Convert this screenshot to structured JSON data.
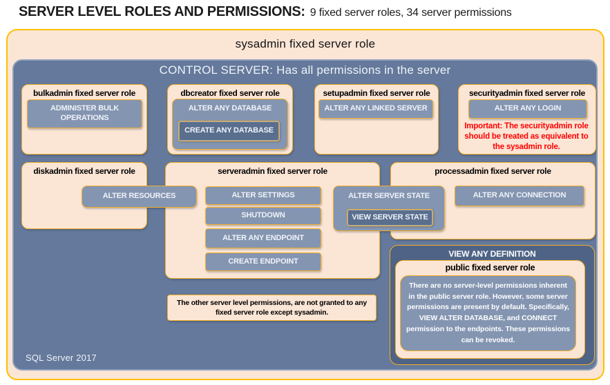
{
  "header": {
    "title": "SERVER LEVEL ROLES AND PERMISSIONS:",
    "subtitle": "9 fixed server roles, 34 server permissions"
  },
  "sysadmin": {
    "label": "sysadmin fixed server role"
  },
  "control_server": {
    "label": "CONTROL SERVER: Has all permissions in the server"
  },
  "roles": {
    "bulkadmin": {
      "title": "bulkadmin fixed server role",
      "permissions": {
        "administer_bulk": "ADMINISTER BULK OPERATIONS"
      }
    },
    "dbcreator": {
      "title": "dbcreator fixed server role",
      "permissions": {
        "alter_any_database": "ALTER ANY DATABASE",
        "create_any_database": "CREATE ANY DATABASE"
      }
    },
    "setupadmin": {
      "title": "setupadmin fixed server role",
      "permissions": {
        "alter_any_linked_server": "ALTER ANY LINKED SERVER"
      }
    },
    "securityadmin": {
      "title": "securityadmin fixed server role",
      "permissions": {
        "alter_any_login": "ALTER ANY LOGIN"
      },
      "warning": "Important: The securityadmin role should be treated as equivalent to the sysadmin role."
    },
    "diskadmin": {
      "title": "diskadmin fixed server role",
      "permissions": {
        "alter_resources": "ALTER RESOURCES"
      }
    },
    "serveradmin": {
      "title": "serveradmin fixed server role",
      "permissions": {
        "alter_settings": "ALTER SETTINGS",
        "shutdown": "SHUTDOWN",
        "alter_any_endpoint": "ALTER ANY ENDPOINT",
        "create_endpoint": "CREATE ENDPOINT",
        "alter_server_state": "ALTER SERVER STATE",
        "view_server_state": "VIEW SERVER STATE"
      }
    },
    "processadmin": {
      "title": "processadmin fixed server role",
      "permissions": {
        "alter_any_connection": "ALTER ANY CONNECTION"
      }
    },
    "public": {
      "container_permission": "VIEW ANY DEFINITION",
      "title": "public fixed server role",
      "description": "There are no server-level permissions inherent in the public server role. However, some server permissions are present by default. Specifically, VIEW ALTER DATABASE, and CONNECT permission to the endpoints. These permissions can be revoked."
    }
  },
  "note": "The other server level permissions, are not granted to any fixed server role except sysadmin.",
  "footer": "SQL Server 2017",
  "colors": {
    "accent_gold": "#FFC000",
    "peach": "#FBE5D5",
    "steel_blue": "#64799B",
    "light_steel": "#8495B1",
    "dark_steel": "#5A6E8E",
    "panel_dark": "#4E6385",
    "warning_red": "#FF0000"
  }
}
